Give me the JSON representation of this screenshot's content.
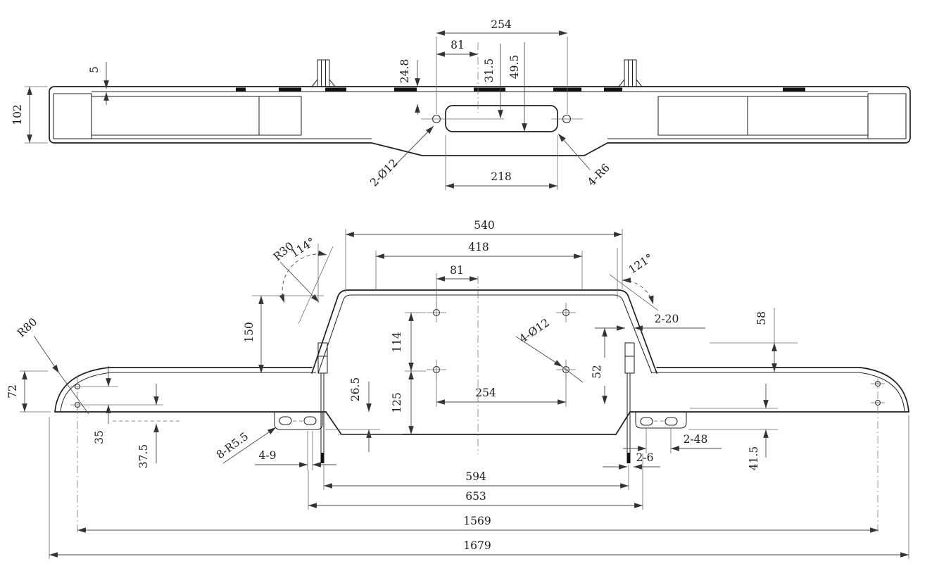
{
  "drawing": {
    "kind": "engineering-drawing",
    "subject": "bumper-bracket-two-views",
    "colors": {
      "background": "#ffffff",
      "line": "#1f1f1f",
      "dim_line": "#4a4a4a",
      "text": "#1c1c1c"
    },
    "top_view": {
      "dims": {
        "d254": "254",
        "d81": "81",
        "d24_8": "24.8",
        "d31_5": "31.5",
        "d49_5": "49.5",
        "d5": "5",
        "d102": "102",
        "d218": "218",
        "holes": "2-Ø12",
        "corner_radius": "4-R6"
      }
    },
    "front_view": {
      "dims": {
        "d540": "540",
        "d418": "418",
        "d81": "81",
        "r30": "R30",
        "angle_left": "114°",
        "angle_right": "121°",
        "d2_20": "2-20",
        "d58": "58",
        "d150": "150",
        "r80": "R80",
        "d72": "72",
        "d35": "35",
        "d37_5": "37.5",
        "d26_5": "26.5",
        "d125": "125",
        "d114": "114",
        "d254": "254",
        "holes": "4-Ø12",
        "d52": "52",
        "slot_radius": "8-R5.5",
        "d4_9": "4-9",
        "d2_48": "2-48",
        "d2_6": "2-6",
        "d41_5": "41.5",
        "d594": "594",
        "d653": "653",
        "d1569": "1569",
        "d1679": "1679"
      }
    }
  }
}
